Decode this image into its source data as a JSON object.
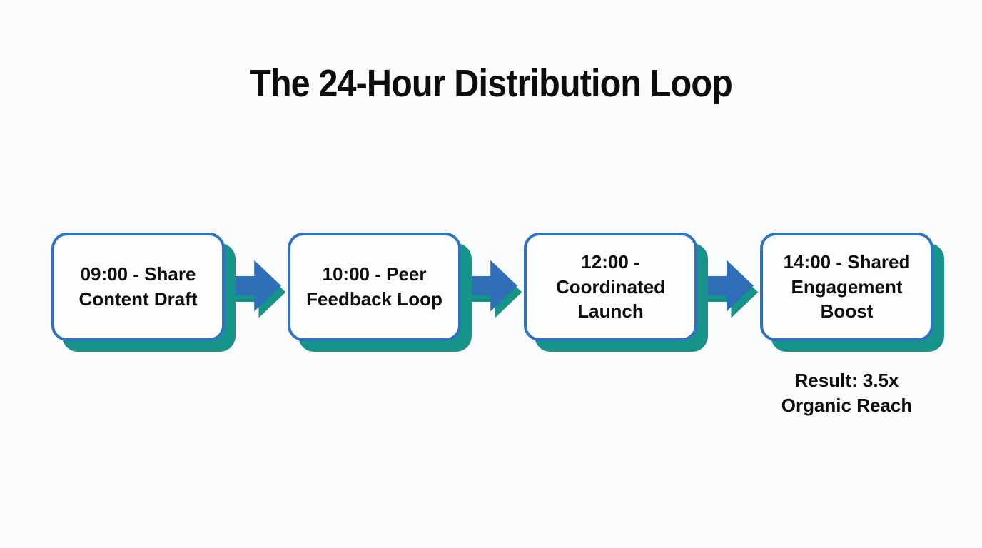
{
  "title": "The 24-Hour Distribution Loop",
  "flow": {
    "steps": [
      {
        "label": "09:00 - Share Content Draft"
      },
      {
        "label": "10:00 - Peer Feedback Loop"
      },
      {
        "label": "12:00 - Coordinated Launch"
      },
      {
        "label": "14:00 - Shared Engagement Boost"
      }
    ],
    "result": "Result: 3.5x Organic Reach"
  },
  "icons": {
    "arrow": "arrow-right-icon"
  },
  "colors": {
    "background": "#fafbfd",
    "box_fill": "#fdfeff",
    "box_border": "#2f72c4",
    "box_shadow": "#17948a",
    "arrow_fill": "#2e6fb8",
    "arrow_shadow": "#17948a",
    "text": "#0d0d0d"
  }
}
